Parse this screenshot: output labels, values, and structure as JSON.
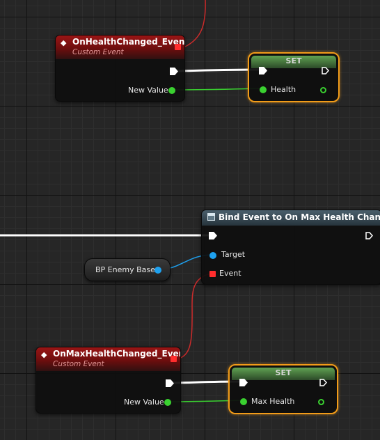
{
  "nodes": {
    "health_event": {
      "title": "OnHealthChanged_Event",
      "subtitle": "Custom Event",
      "output_label": "New Value",
      "icon": "event-diamond-icon"
    },
    "set_health": {
      "title": "SET",
      "variable_label": "Health"
    },
    "bind_event": {
      "title": "Bind Event to On Max Health Changed",
      "target_label": "Target",
      "event_label": "Event",
      "icon": "function-icon"
    },
    "enemy_ref": {
      "label": "BP Enemy Base"
    },
    "max_health_event": {
      "title": "OnMaxHealthChanged_Event",
      "subtitle": "Custom Event",
      "output_label": "New Value",
      "icon": "event-diamond-icon"
    },
    "set_max_health": {
      "title": "SET",
      "variable_label": "Max Health"
    }
  },
  "colors": {
    "exec_wire": "#ffffff",
    "float_wire": "#3ad130",
    "object_wire": "#1ea1ef",
    "delegate_wire": "#cc2b2b",
    "selection": "#f29c19"
  }
}
